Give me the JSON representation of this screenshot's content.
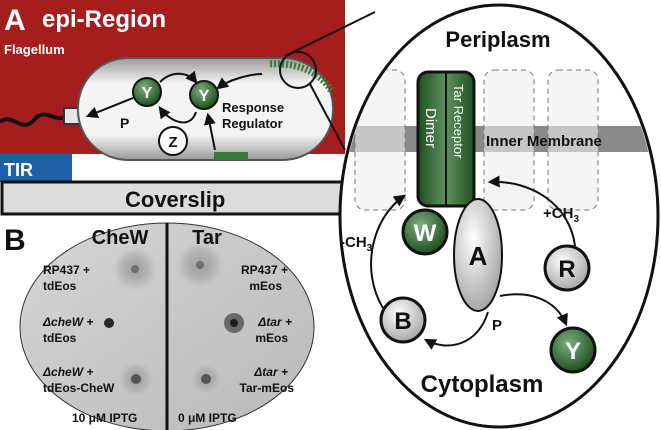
{
  "panel_a": {
    "letter": "A",
    "region_label": "epi-Region",
    "flagellum_label": "Flagellum",
    "tir_label": "TIR",
    "coverslip_label": "Coverslip",
    "y_label": "Y",
    "z_label": "Z",
    "p_label": "P",
    "response_line1": "Response",
    "response_line2": "Regulator"
  },
  "zoom": {
    "periplasm_label": "Periplasm",
    "cytoplasm_label": "Cytoplasm",
    "inner_membrane_label": "Inner Membrane",
    "receptor_line1": "Tar Receptor",
    "receptor_line2": "Dimer",
    "w_label": "W",
    "a_label": "A",
    "r_label": "R",
    "b_label": "B",
    "y_label": "Y",
    "p_label": "P",
    "methyl_remove": "-CH",
    "methyl_add": "+CH",
    "methyl_sub": "3"
  },
  "panel_b": {
    "letter": "B",
    "left_header": "CheW",
    "right_header": "Tar",
    "left_rows": [
      {
        "line1": "RP437 +",
        "line2": "tdEos"
      },
      {
        "line1": "ΔcheW +",
        "line2": "tdEos"
      },
      {
        "line1": "ΔcheW +",
        "line2": "tdEos-CheW"
      }
    ],
    "right_rows": [
      {
        "line1": "RP437 +",
        "line2": "mEos"
      },
      {
        "line1": "Δtar +",
        "line2": "mEos"
      },
      {
        "line1": "Δtar +",
        "line2": "Tar-mEos"
      }
    ],
    "left_footer": "10 μM IPTG",
    "right_footer": "0 μM IPTG"
  },
  "colors": {
    "epi_red": "#a51d1d",
    "tir_blue": "#1f5fa8",
    "green": "#2f6b2f",
    "membrane_gray": "#8a8a8a"
  }
}
